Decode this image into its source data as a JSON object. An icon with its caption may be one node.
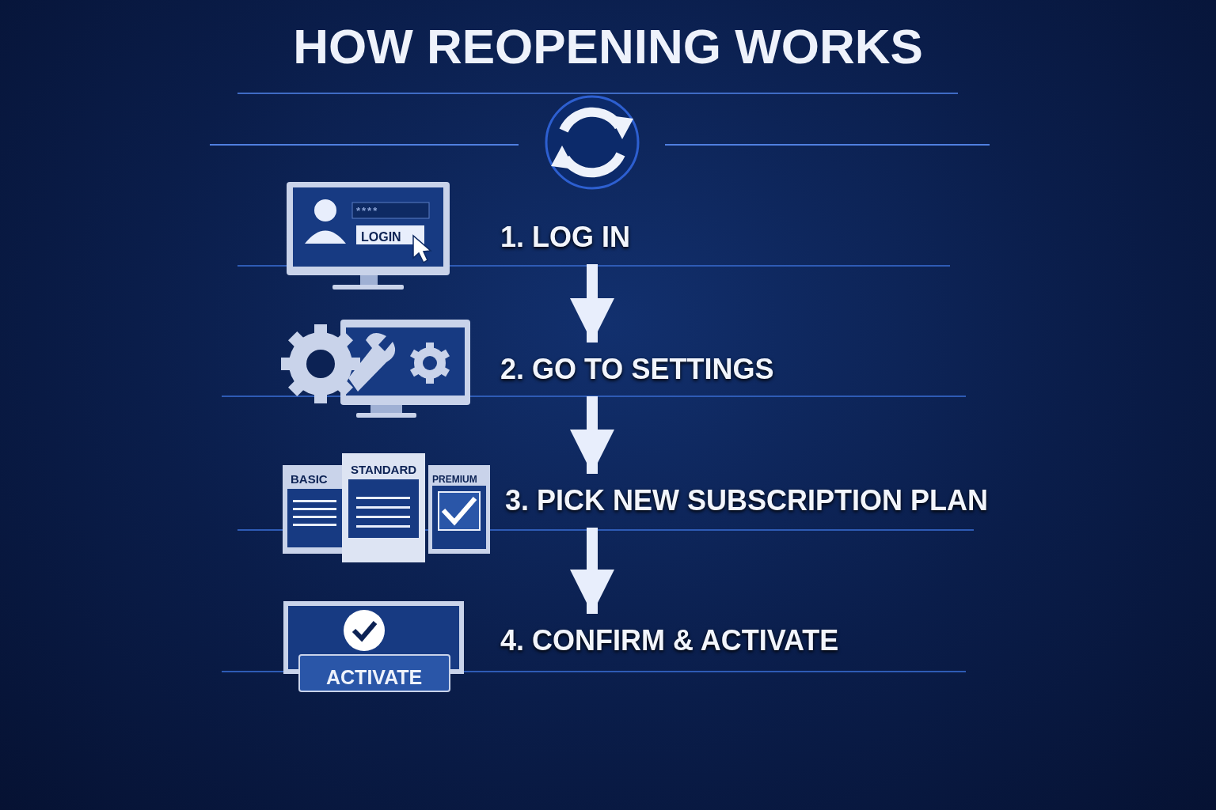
{
  "diagram": {
    "title": "HOW REOPENING WORKS",
    "nodes": [
      {
        "text": [
          "1. LOG IN"
        ]
      },
      {
        "text": [
          "2. GO TO SETTINGS"
        ]
      },
      {
        "text": [
          "3. PICK NEW SUBSCRIPTION PLAN"
        ]
      },
      {
        "text": [
          "4. CONFIRM & ACTIVATE"
        ]
      }
    ],
    "edges": [
      {
        "from": 0,
        "to": 1,
        "arrow": "to"
      },
      {
        "from": 1,
        "to": 2,
        "arrow": "to"
      },
      {
        "from": 2,
        "to": 3,
        "arrow": "to"
      }
    ],
    "labels": [
      "****",
      "LOGIN",
      "BASIC",
      "STANDARD",
      "PREMIUM",
      "ACTIVATE"
    ]
  }
}
